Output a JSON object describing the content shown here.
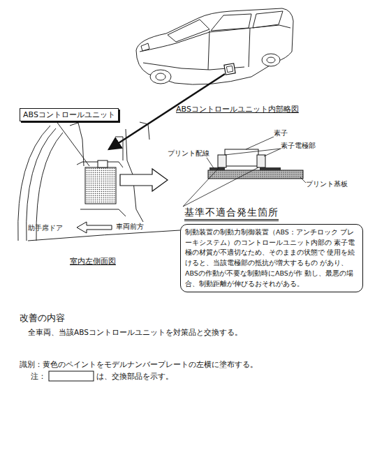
{
  "diagram": {
    "nodes": [
      {
        "text": [
          "ABSコントロールユニット"
        ]
      },
      {
        "text": [
          "基準不適合発生箇所",
          "制動装置の制動力制御装置（ABS：アンチロック ブレーキシステム）のコントロールユニット内部の 素子電極の材質が不適切なため、そのままの状態で 使用を続けると、当該電極部の抵抗が増大するもの があり、ABSの作動が不要な制動時にABSが作 動し、最悪の場合、制動距離が伸びるおそれがある。"
        ]
      }
    ],
    "labels": [
      "ABSコントロールユニット内部略図",
      "プリント配線",
      "素子",
      "素子電極部",
      "プリント基板",
      "助手席ドア",
      "車両前方",
      "室内左側面図",
      "改善の内容",
      "全車両、当該ABSコントロールユニットを対策品と交換する。",
      "識別：黄色のペイントをモデルナンバープレートの左横に塗布する。",
      "注：",
      "は、交換部品を示す。"
    ]
  }
}
